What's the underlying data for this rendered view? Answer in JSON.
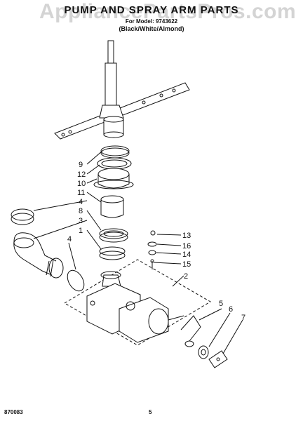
{
  "header": {
    "title": "PUMP AND SPRAY ARM PARTS",
    "subtitle": "For Model: 9743622",
    "variant": "(Black/White/Almond)"
  },
  "watermark": "AppliancePartsPros.com",
  "callouts": [
    "9",
    "12",
    "10",
    "11",
    "4",
    "8",
    "3",
    "1",
    "4",
    "13",
    "16",
    "14",
    "15",
    "2",
    "5",
    "6",
    "7"
  ],
  "footer": {
    "code": "870083",
    "page": "5"
  }
}
